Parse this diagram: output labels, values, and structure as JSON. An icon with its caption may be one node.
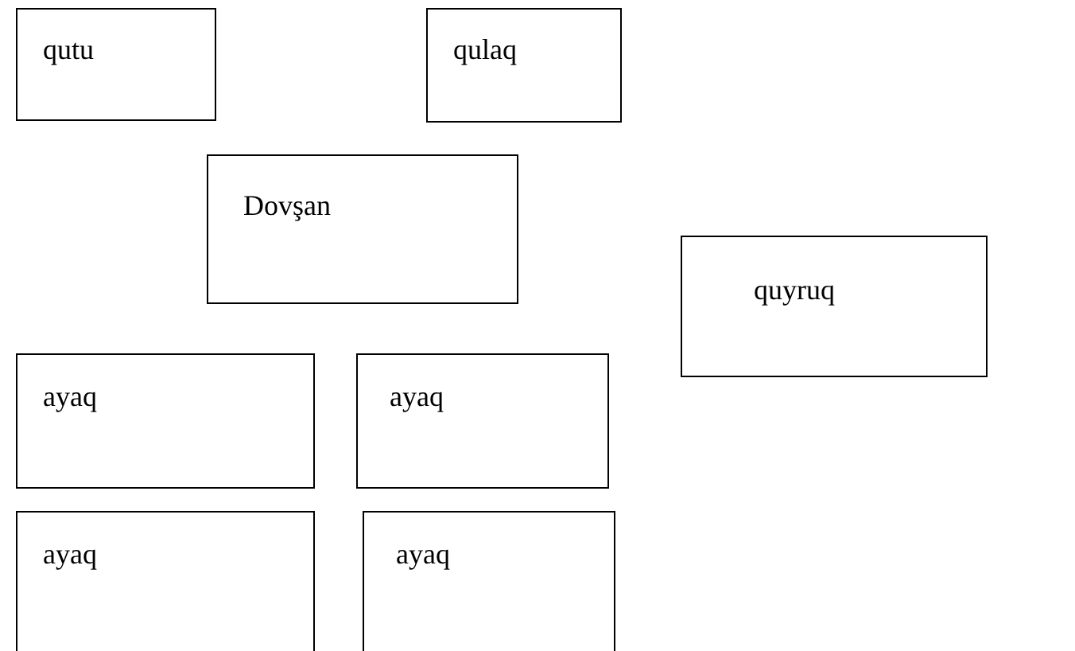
{
  "diagram": {
    "nodes": [
      {
        "text": [
          "qutu"
        ]
      },
      {
        "text": [
          "qulaq"
        ]
      },
      {
        "text": [
          "Dovşan"
        ]
      },
      {
        "text": [
          "quyruq"
        ]
      },
      {
        "text": [
          "ayaq"
        ]
      },
      {
        "text": [
          "ayaq"
        ]
      },
      {
        "text": [
          "ayaq"
        ]
      },
      {
        "text": [
          "ayaq"
        ]
      }
    ]
  }
}
